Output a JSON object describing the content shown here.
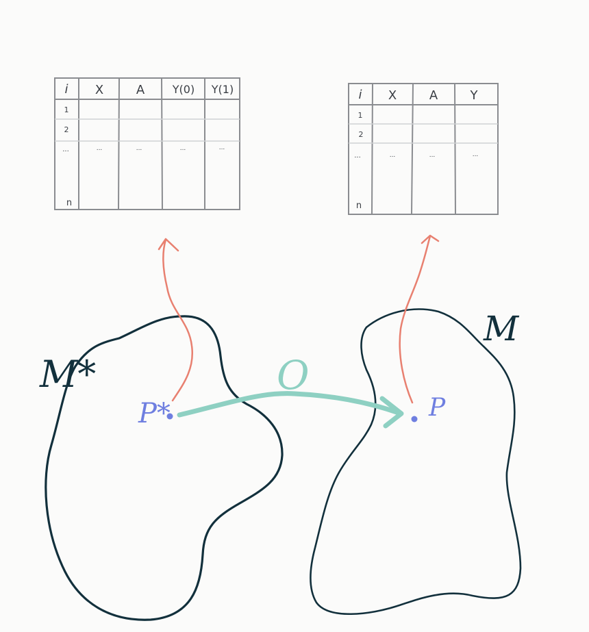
{
  "colors": {
    "background": "#fbfbfa",
    "outline": "#12303c",
    "table_lines": "#8a8c90",
    "table_row_lines": "#cfd1d3",
    "point": "#6f7fe0",
    "arrow_up": "#e88070",
    "transport_arrow": "#8ed0c2"
  },
  "left_table": {
    "headers": [
      "i",
      "X",
      "A",
      "Y(0)",
      "Y(1)"
    ],
    "index_cells": [
      "1",
      "2",
      "...",
      "n"
    ],
    "ellipsis_cells": [
      "...",
      "...",
      "...",
      "..."
    ]
  },
  "right_table": {
    "headers": [
      "i",
      "X",
      "A",
      "Y"
    ],
    "index_cells": [
      "1",
      "2",
      "...",
      "n"
    ],
    "ellipsis_cells": [
      "...",
      "...",
      "..."
    ]
  },
  "left_region": {
    "label": "M*",
    "point_label": "P*"
  },
  "right_region": {
    "label": "M",
    "point_label": "P"
  },
  "transport_label": "O"
}
